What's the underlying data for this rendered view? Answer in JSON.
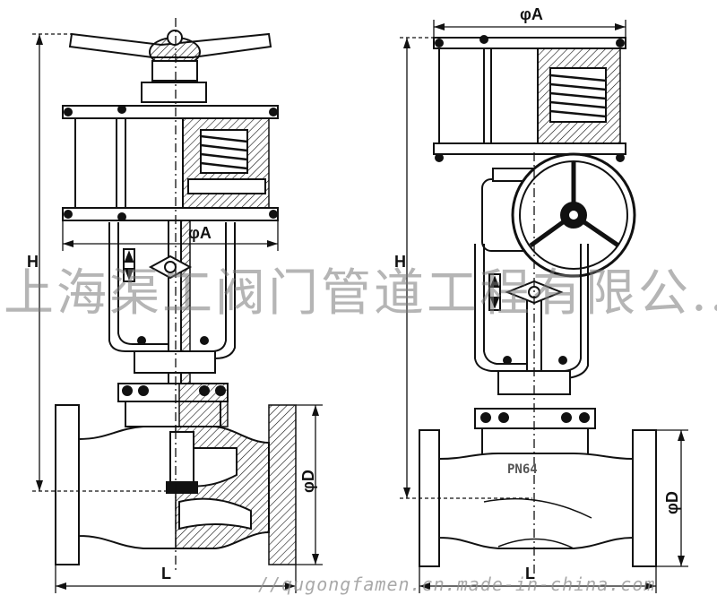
{
  "left_figure": {
    "label_phiA": "φA",
    "label_H": "H",
    "label_phiD": "φD",
    "label_L": "L"
  },
  "right_figure": {
    "label_phiA": "φA",
    "label_H": "H",
    "label_phiD": "φD",
    "label_L": "L",
    "body_marking": "PN64"
  },
  "watermark": {
    "text": "上海渠工阀门管道工程有限公...",
    "url": "//qugongfamen.cn.made-in-china.com"
  }
}
